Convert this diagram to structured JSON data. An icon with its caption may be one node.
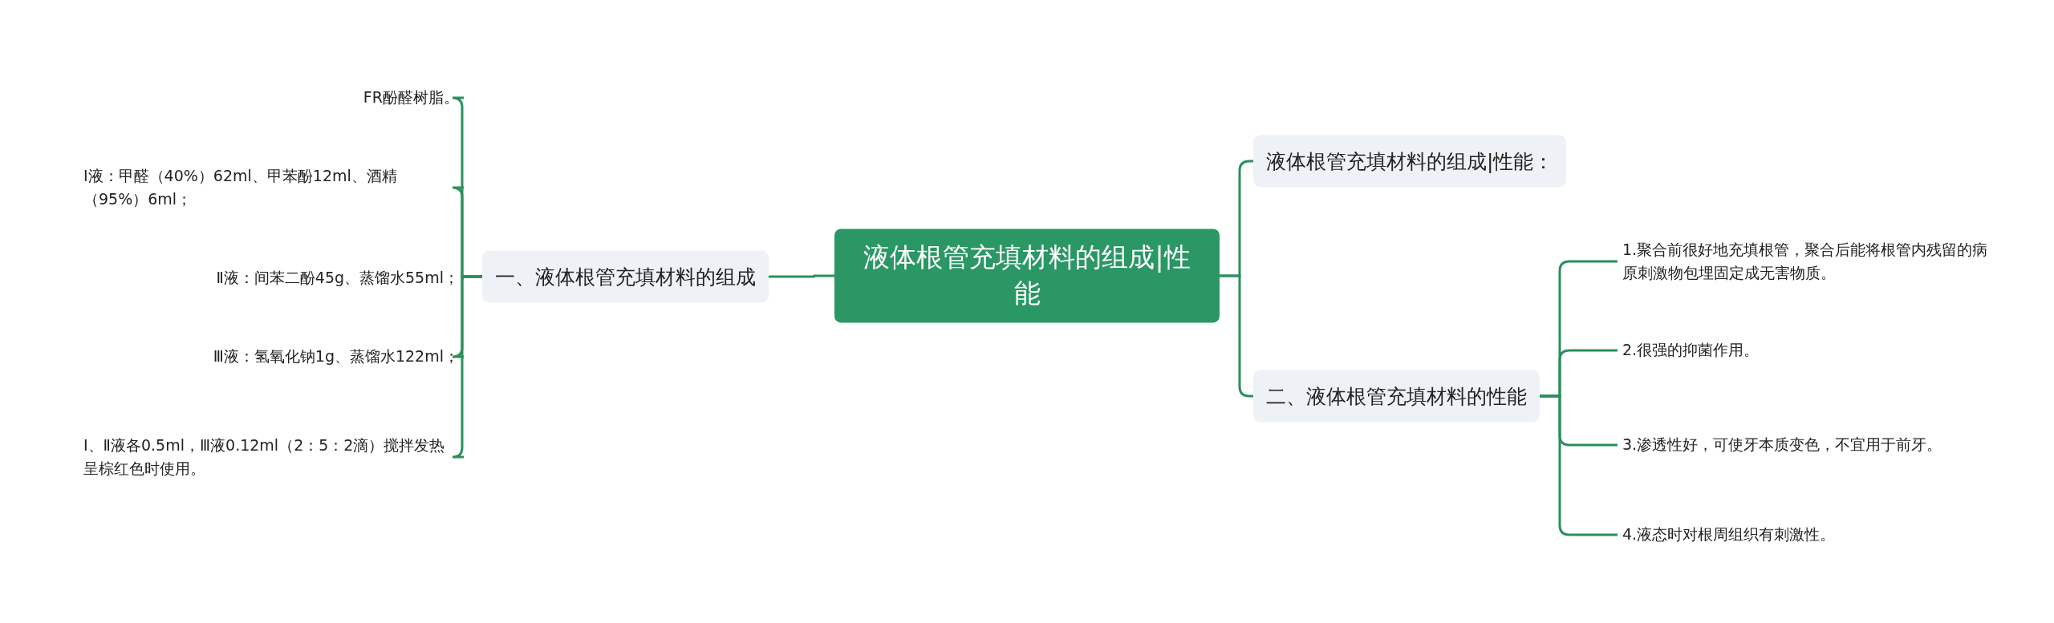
{
  "diagram": {
    "nodes": [
      {
        "text": [
          "液体根管充填材料的组成|性能"
        ]
      },
      {
        "text": [
          "一、液体根管充填材料的组成"
        ]
      },
      {
        "text": [
          "FR酚醛树脂。"
        ]
      },
      {
        "text": [
          "Ⅰ液：甲醛（40%）62ml、甲苯酚12ml、酒精（95%）6ml；"
        ]
      },
      {
        "text": [
          "Ⅱ液：间苯二酚45g、蒸馏水55ml；"
        ]
      },
      {
        "text": [
          "Ⅲ液：氢氧化钠1g、蒸馏水122ml；"
        ]
      },
      {
        "text": [
          "Ⅰ、Ⅱ液各0.5ml，Ⅲ液0.12ml（2：5：2滴）搅拌发热呈棕红色时使用。"
        ]
      },
      {
        "text": [
          "液体根管充填材料的组成|性能："
        ]
      },
      {
        "text": [
          "二、液体根管充填材料的性能"
        ]
      },
      {
        "text": [
          "1.聚合前很好地充填根管，聚合后能将根管内残留的病原刺激物包埋固定成无害物质。"
        ]
      },
      {
        "text": [
          "2.很强的抑菌作用。"
        ]
      },
      {
        "text": [
          "3.渗透性好，可使牙本质变色，不宜用于前牙。"
        ]
      },
      {
        "text": [
          "4.液态时对根周组织有刺激性。"
        ]
      }
    ],
    "edges": [
      {
        "from": 0,
        "to": 1,
        "arrow": "none"
      },
      {
        "from": 1,
        "to": 2,
        "arrow": "none"
      },
      {
        "from": 1,
        "to": 3,
        "arrow": "none"
      },
      {
        "from": 1,
        "to": 4,
        "arrow": "none"
      },
      {
        "from": 1,
        "to": 5,
        "arrow": "none"
      },
      {
        "from": 1,
        "to": 6,
        "arrow": "none"
      },
      {
        "from": 0,
        "to": 7,
        "arrow": "none"
      },
      {
        "from": 0,
        "to": 8,
        "arrow": "none"
      },
      {
        "from": 8,
        "to": 9,
        "arrow": "none"
      },
      {
        "from": 8,
        "to": 10,
        "arrow": "none"
      },
      {
        "from": 8,
        "to": 11,
        "arrow": "none"
      },
      {
        "from": 8,
        "to": 12,
        "arrow": "none"
      }
    ]
  }
}
